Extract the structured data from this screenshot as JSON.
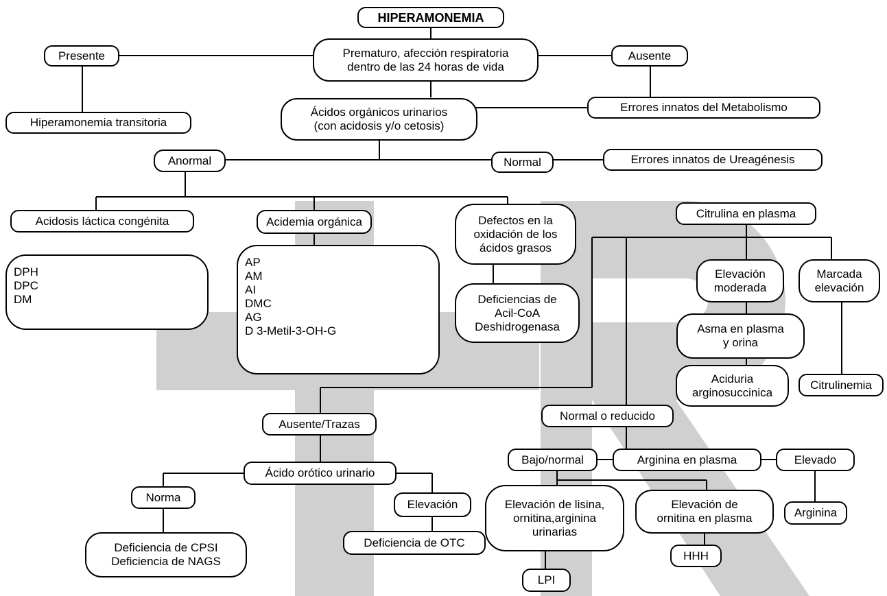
{
  "nodes": {
    "hiperamonemia": "HIPERAMONEMIA",
    "prematuro": "Prematuro, afección respiratoria\ndentro de las 24 horas de vida",
    "presente": "Presente",
    "ausente": "Ausente",
    "transitoria": "Hiperamonemia transitoria",
    "errores_metabolismo": "Errores innatos del Metabolismo",
    "acidos_organicos": "Ácidos orgánicos urinarios\n(con acidosis y/o cetosis)",
    "anormal": "Anormal",
    "normal": "Normal",
    "errores_ureagenesis": "Errores innatos de Ureagénesis",
    "acidosis_lactica": "Acidosis láctica congénita",
    "acidemia_organica": "Acidemia orgánica",
    "defectos_oxidacion": "Defectos en la\noxidación de los\nácidos grasos",
    "lactica_list": "DPH\nDPC\nDM",
    "acidemia_list": "AP\nAM\nAI\nDMC\nAG\nD 3-Metil-3-OH-G",
    "deficiencias_acil": "Deficiencias de\nAcil-CoA\nDeshidrogenasa",
    "citrulina": "Citrulina en plasma",
    "elevacion_moderada": "Elevación\nmoderada",
    "marcada_elevacion": "Marcada\nelevación",
    "asma": "Asma en plasma\ny orina",
    "aciduria": "Aciduria\narginosuccinica",
    "citrulinemia": "Citrulinemia",
    "ausente_trazas": "Ausente/Trazas",
    "normal_reducido": "Normal o reducido",
    "acido_orotico": "Ácido orótico urinario",
    "norma": "Norma",
    "elevacion": "Elevación",
    "def_cpsi": "Deficiencia de CPSI\nDeficiencia de NAGS",
    "def_otc": "Deficiencia de OTC",
    "bajo_normal": "Bajo/normal",
    "arginina_plasma": "Arginina en plasma",
    "elevado": "Elevado",
    "arginina": "Arginina",
    "elev_lisina": "Elevación de lisina,\nornitina,arginina\nurinarias",
    "elev_ornitina": "Elevación de\nornitina en plasma",
    "lpi": "LPI",
    "hhh": "HHH"
  },
  "colors": {
    "line": "#000000",
    "border": "#000000",
    "watermark": "#d0d0d0"
  }
}
